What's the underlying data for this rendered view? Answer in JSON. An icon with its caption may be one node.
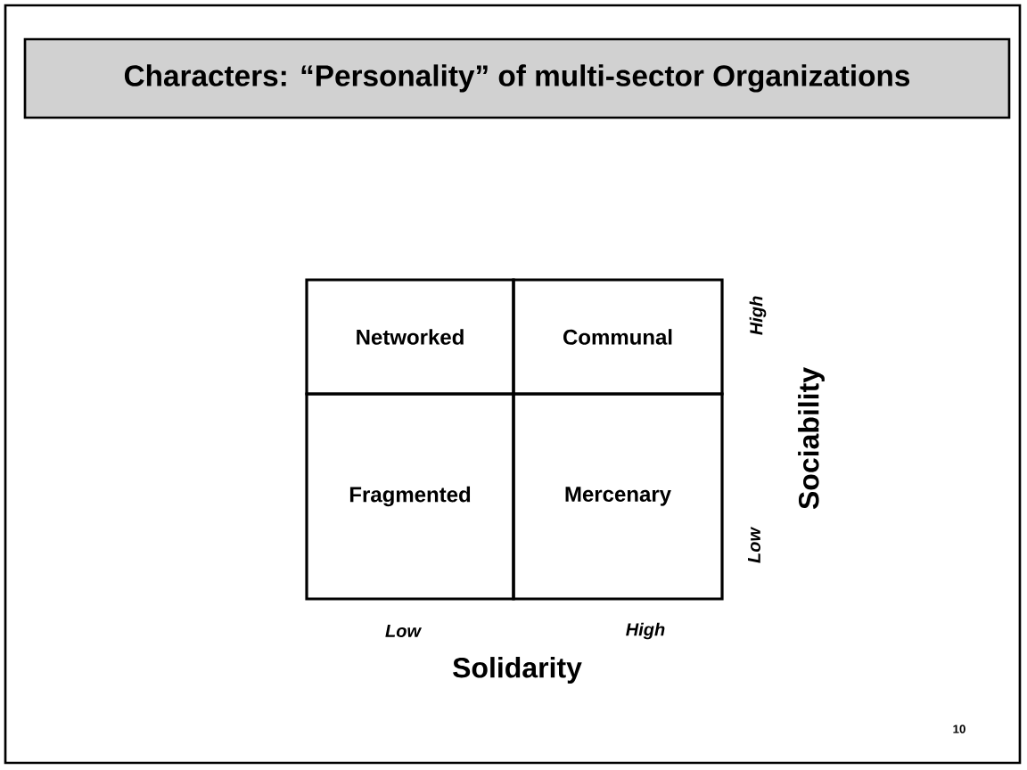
{
  "diagram": {
    "title": "Characters: “Personality” of multi-sector Organizations",
    "nodes": [
      {
        "text": [
          "Networked"
        ]
      },
      {
        "text": [
          "Communal"
        ]
      },
      {
        "text": [
          "Fragmented"
        ]
      },
      {
        "text": [
          "Mercenary"
        ]
      }
    ],
    "labels": [
      "High",
      "Sociability",
      "Low",
      "Low",
      "High",
      "Solidarity",
      "10"
    ]
  }
}
